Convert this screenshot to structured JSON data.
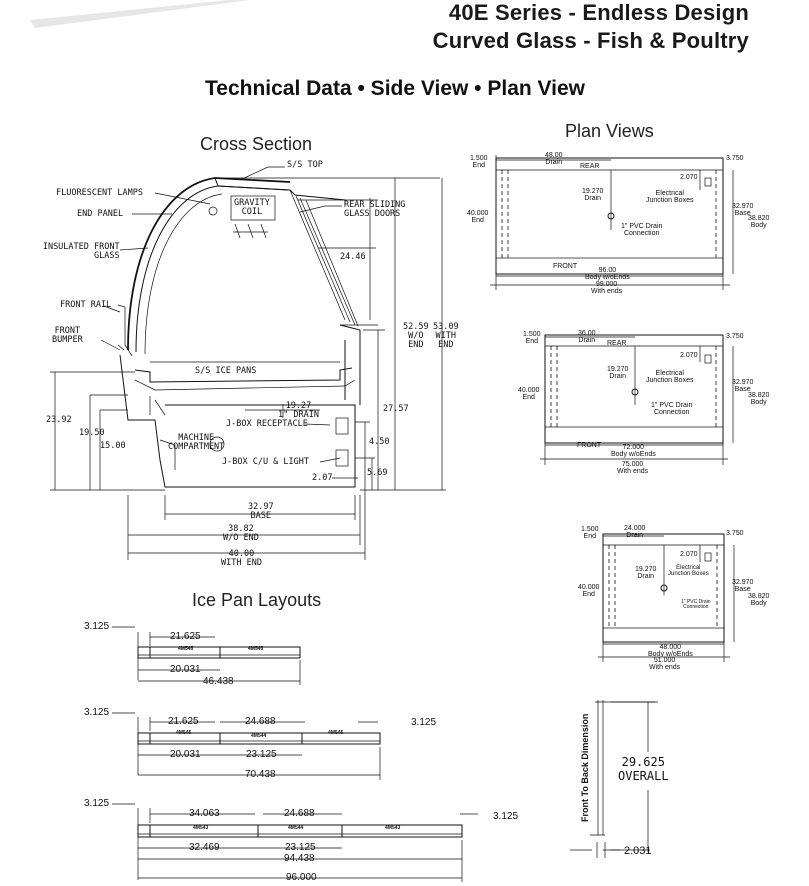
{
  "header": {
    "line1": "40E Series - Endless Design",
    "line2": "Curved Glass - Fish & Poultry",
    "subtitle": "Technical Data • Side View • Plan View"
  },
  "cross_section": {
    "title": "Cross Section",
    "labels": {
      "ss_top": "S/S TOP",
      "fluorescent": "FLUORESCENT LAMPS",
      "end_panel": "END PANEL",
      "gravity_coil_1": "GRAVITY",
      "gravity_coil_2": "COIL",
      "rear_sliding_1": "REAR SLIDING",
      "rear_sliding_2": "GLASS DOORS",
      "insulated_1": "INSULATED FRONT",
      "insulated_2": "GLASS",
      "front_rail": "FRONT RAIL",
      "front_bumper_1": "FRONT",
      "front_bumper_2": "BUMPER",
      "ice_pans": "S/S ICE PANS",
      "machine_1": "MACHINE",
      "machine_2": "COMPARTMENT",
      "jbox_receptacle": "J-BOX RECEPTACLE",
      "jbox_cu": "J-BOX C/U & LIGHT",
      "drain_1": "19.27",
      "drain_2": "1\" DRAIN"
    },
    "dims": {
      "d2446": "24.46",
      "d5259_1": "52.59",
      "d5259_2": "W/O",
      "d5259_3": "END",
      "d5309_1": "53.09",
      "d5309_2": "WITH",
      "d5309_3": "END",
      "d2757": "27.57",
      "d450": "4.50",
      "d569": "5.69",
      "d207": "2.07",
      "d2392": "23.92",
      "d1950": "19.50",
      "d1500": "15.00",
      "d3297_1": "32.97",
      "d3297_2": "BASE",
      "d3882_1": "38.82",
      "d3882_2": "W/O END",
      "d4000_1": "40.00",
      "d4000_2": "WITH END"
    }
  },
  "plan_views": {
    "title": "Plan Views",
    "views": [
      {
        "end_top_1": "1.500",
        "end_top_2": "End",
        "drain_top_1": "48.00",
        "drain_top_2": "Drain",
        "rear": "REAR",
        "right_top": "3.750",
        "ej_val": "2.070",
        "ej_1": "Electrical",
        "ej_2": "Junction Boxes",
        "drain_mid_1": "19.270",
        "drain_mid_2": "Drain",
        "pvc_1": "1\" PVC Drain",
        "pvc_2": "Connection",
        "left_1": "40.000",
        "left_2": "End",
        "base_1": "32.970",
        "base_2": "Base",
        "body_1": "38.820",
        "body_2": "Body",
        "front": "FRONT",
        "bottom1_1": "96.00",
        "bottom1_2": "Body w/oEnds",
        "bottom2_1": "99.000",
        "bottom2_2": "With ends"
      },
      {
        "end_top_1": "1.500",
        "end_top_2": "End",
        "drain_top_1": "36.00",
        "drain_top_2": "Drain",
        "rear": "REAR",
        "right_top": "3.750",
        "ej_val": "2.070",
        "ej_1": "Electrical",
        "ej_2": "Junction Boxes",
        "drain_mid_1": "19.270",
        "drain_mid_2": "Drain",
        "pvc_1": "1\" PVC Drain",
        "pvc_2": "Connection",
        "left_1": "40.000",
        "left_2": "End",
        "base_1": "32.970",
        "base_2": "Base",
        "body_1": "38.820",
        "body_2": "Body",
        "front": "FRONT",
        "bottom1_1": "72.000",
        "bottom1_2": "Body w/oEnds",
        "bottom2_1": "75.000",
        "bottom2_2": "With ends"
      },
      {
        "end_top_1": "1.500",
        "end_top_2": "End",
        "drain_top_1": "24.000",
        "drain_top_2": "Drain",
        "right_top": "3.750",
        "ej_val": "2.070",
        "ej_1": "Electrical",
        "ej_2": "Junction Boxes",
        "drain_mid_1": "19.270",
        "drain_mid_2": "Drain",
        "pvc_1": "1\" PVC Drain",
        "pvc_2": "Connection",
        "left_1": "40.000",
        "left_2": "End",
        "base_1": "32.970",
        "base_2": "Base",
        "body_1": "38.820",
        "body_2": "Body",
        "bottom1_1": "48.000",
        "bottom1_2": "Body w/oEnds",
        "bottom2_1": "51.000",
        "bottom2_2": "With ends"
      }
    ]
  },
  "ice_pan": {
    "title": "Ice Pan Layouts",
    "layout1": {
      "left": "3.125",
      "a": "21.625",
      "b": "20.031",
      "total": "46.438",
      "pans": [
        "4M545",
        "4M545"
      ]
    },
    "layout2": {
      "left": "3.125",
      "right": "3.125",
      "a": "21.625",
      "b": "24.688",
      "c": "20.031",
      "d": "23.125",
      "total": "70.438",
      "pans": [
        "4M545",
        "4M544",
        "4M545"
      ]
    },
    "layout3": {
      "left": "3.125",
      "right": "3.125",
      "a": "34.063",
      "b": "24.688",
      "c": "32.469",
      "d": "23.125",
      "e": "94.438",
      "total": "96.000",
      "pans": [
        "4M543",
        "4M544",
        "4M543"
      ]
    }
  },
  "depth": {
    "vertical_label": "Front To Back Dimension",
    "value": "29.625",
    "caption": "OVERALL",
    "bottom": "2.031"
  }
}
